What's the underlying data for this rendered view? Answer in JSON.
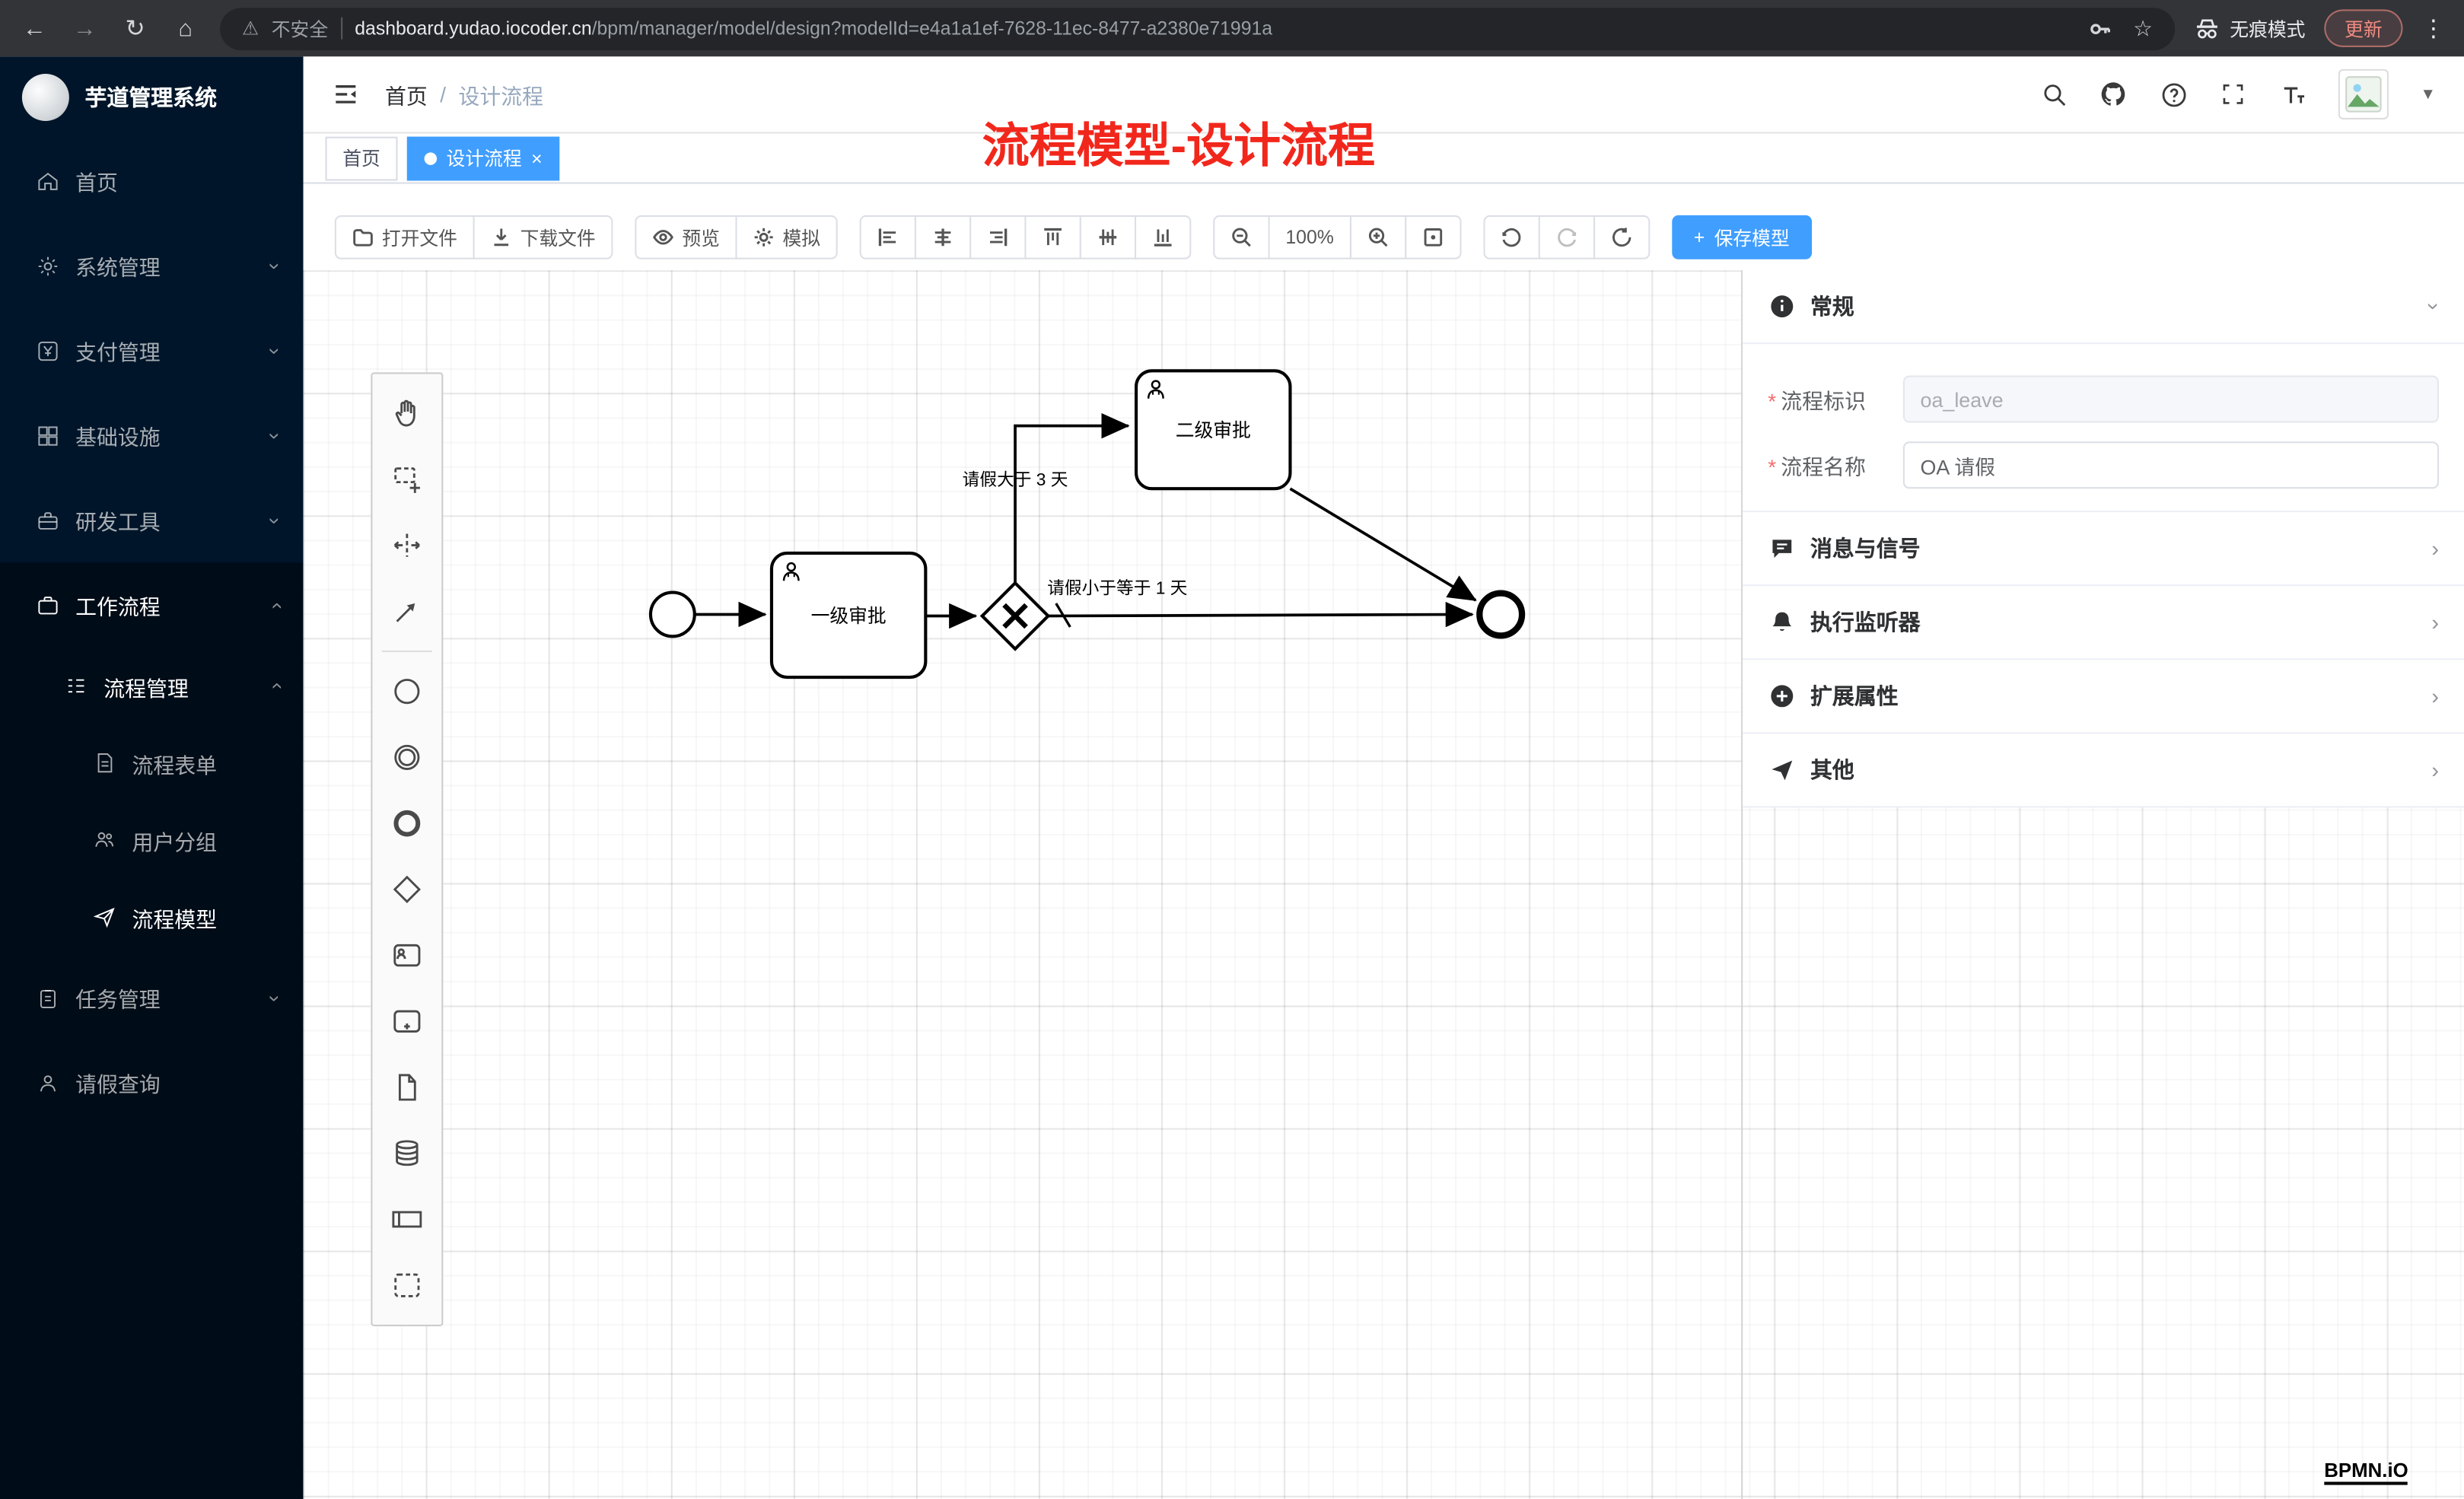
{
  "browser": {
    "security": "不安全",
    "url_domain": "dashboard.yudao.iocoder.cn",
    "url_path": "/bpm/manager/model/design?modelId=e4a1a1ef-7628-11ec-8477-a2380e71991a",
    "incognito": "无痕模式",
    "update": "更新"
  },
  "sidebar": {
    "title": "芋道管理系统",
    "items": [
      {
        "label": "首页"
      },
      {
        "label": "系统管理"
      },
      {
        "label": "支付管理"
      },
      {
        "label": "基础设施"
      },
      {
        "label": "研发工具"
      },
      {
        "label": "工作流程"
      },
      {
        "label": "流程管理"
      },
      {
        "label": "流程表单"
      },
      {
        "label": "用户分组"
      },
      {
        "label": "流程模型"
      },
      {
        "label": "任务管理"
      },
      {
        "label": "请假查询"
      }
    ]
  },
  "header": {
    "breadcrumb": [
      "首页",
      "设计流程"
    ],
    "separator": "/"
  },
  "tabs": [
    {
      "label": "首页"
    },
    {
      "label": "设计流程"
    }
  ],
  "annotation": "流程模型-设计流程",
  "toolbar": {
    "open_file": "打开文件",
    "download_file": "下载文件",
    "preview": "预览",
    "simulate": "模拟",
    "zoom_level": "100%",
    "save_model": "保存模型"
  },
  "diagram": {
    "task1": "一级审批",
    "task2": "二级审批",
    "flow_gt": "请假大于 3 天",
    "flow_le": "请假小于等于 1 天",
    "watermark": "BPMN.iO"
  },
  "panel": {
    "general_title": "常规",
    "required_mark": "*",
    "process_key_label": "流程标识",
    "process_key_value": "oa_leave",
    "process_name_label": "流程名称",
    "process_name_value": "OA 请假",
    "sections": [
      {
        "title": "消息与信号"
      },
      {
        "title": "执行监听器"
      },
      {
        "title": "扩展属性"
      },
      {
        "title": "其他"
      }
    ]
  },
  "colors": {
    "primary": "#409eff",
    "sidebar_bg": "#001529",
    "sidebar_sub_bg": "#000c17",
    "annotation_red": "#f2271c",
    "danger": "#f56c6c"
  }
}
